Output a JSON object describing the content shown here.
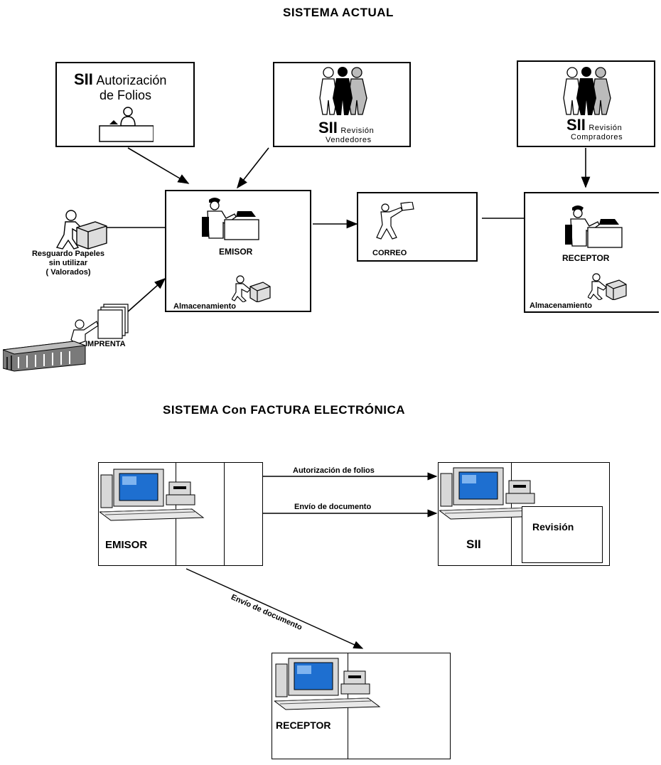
{
  "titles": {
    "current": "SISTEMA  ACTUAL",
    "electronic": "SISTEMA  Con FACTURA ELECTRÓNICA"
  },
  "current_system": {
    "sii_auth": {
      "sii": "SII",
      "line1": "Autorización",
      "line2": "de Folios"
    },
    "sii_sellers": {
      "sii": "SII",
      "sub1": "Revisión",
      "sub2": "Vendedores"
    },
    "sii_buyers": {
      "sii": "SII",
      "sub1": "Revisión",
      "sub2": "Compradores"
    },
    "emisor": {
      "label": "EMISOR",
      "storage": "Almacenamiento"
    },
    "correo": {
      "label": "CORREO"
    },
    "receptor": {
      "label": "RECEPTOR",
      "storage": "Almacenamiento"
    },
    "resguardo": {
      "line1": "Resguardo Papeles",
      "line2": "sin utilizar",
      "line3": "( Valorados)"
    },
    "imprenta": {
      "label": "IMPRENTA"
    }
  },
  "electronic_system": {
    "emisor": {
      "label": "EMISOR"
    },
    "sii": {
      "label": "SII",
      "revision": "Revisión"
    },
    "receptor": {
      "label": "RECEPTOR"
    },
    "edges": {
      "folios": "Autorización de folios",
      "envio1": "Envío de documento",
      "envio2": "Envío de documento"
    }
  },
  "colors": {
    "screen": "#1e6fd0",
    "screen_light": "#7fb4ef",
    "machine": "#e8e8e8",
    "shadow": "#8a8a8a"
  }
}
